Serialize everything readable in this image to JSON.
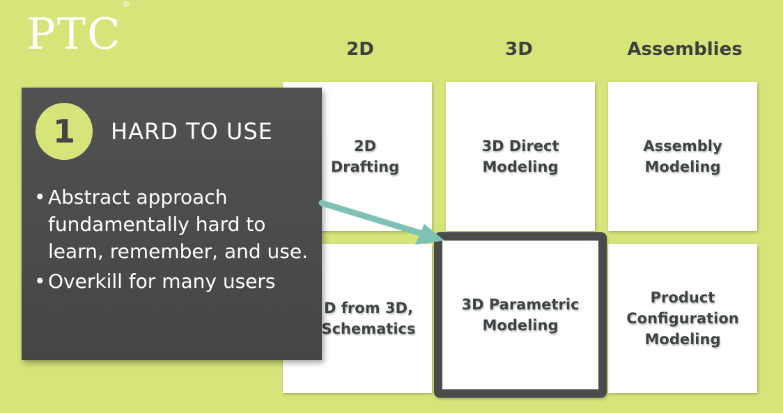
{
  "logo": {
    "text": "PTC",
    "mark": "®"
  },
  "columns": [
    "2D",
    "3D",
    "Assemblies"
  ],
  "cards": {
    "drafting": "2D\nDrafting",
    "direct": "3D Direct\nModeling",
    "assembly": "Assembly\nModeling",
    "from3d": "D from 3D,\n Schematics",
    "parametric": "3D  Parametric\nModeling",
    "product": "Product\nConfiguration\nModeling"
  },
  "panel": {
    "number": "1",
    "title": "HARD TO USE",
    "bullets": [
      "Abstract approach fundamentally hard to learn, remember, and use.",
      "Overkill for many users"
    ]
  },
  "colors": {
    "background": "#d6e47a",
    "panel": "#4b4b4b",
    "arrow": "#7ec2b6"
  }
}
